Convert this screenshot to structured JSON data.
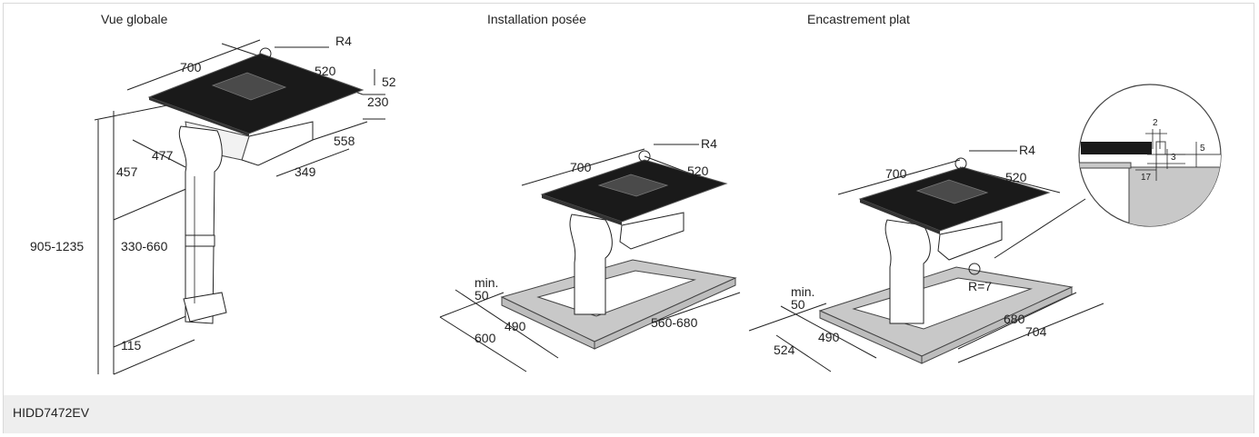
{
  "views": [
    {
      "title": "Vue globale",
      "labels": [
        "R4",
        "700",
        "520",
        "52",
        "230",
        "558",
        "477",
        "457",
        "349",
        "905-1235",
        "330-660",
        "115"
      ]
    },
    {
      "title": "Installation posée",
      "labels": [
        "R4",
        "700",
        "520",
        "min.",
        "50",
        "490",
        "600",
        "560-680"
      ]
    },
    {
      "title": "Encastrement plat",
      "labels": [
        "R4",
        "700",
        "520",
        "min.",
        "50",
        "R=7",
        "490",
        "524",
        "680",
        "704"
      ]
    }
  ],
  "detail": {
    "labels": [
      "2",
      "3",
      "5",
      "17"
    ]
  },
  "footer": {
    "model": "HIDD7472EV"
  },
  "colors": {
    "hob": "#1a1a1a",
    "frame": "#c8c8c8",
    "footer_bg": "#eeeeee"
  }
}
